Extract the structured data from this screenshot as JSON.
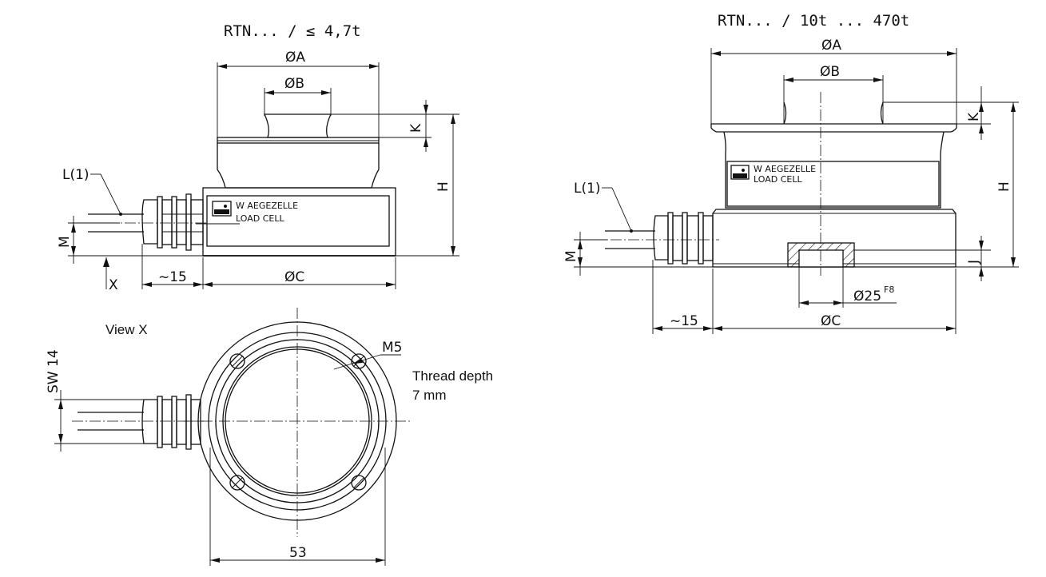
{
  "left_view": {
    "title": "RTN... / ≤ 4,7t",
    "dim_A": "ØA",
    "dim_B": "ØB",
    "dim_C": "ØC",
    "dim_K": "K",
    "dim_H": "H",
    "dim_M": "M",
    "cable_label": "L(1)",
    "approx_15": "~15",
    "view_marker": "X",
    "plate_line1": "W AEGEZELLE",
    "plate_line2": "LOAD CELL"
  },
  "bottom_view": {
    "title": "View X",
    "dim_SW": "SW 14",
    "thread_label": "M5",
    "thread_note_line1": "Thread depth",
    "thread_note_line2": "7 mm",
    "dim_53": "53"
  },
  "right_view": {
    "title": "RTN... / 10t ... 470t",
    "dim_A": "ØA",
    "dim_B": "ØB",
    "dim_C": "ØC",
    "dim_K": "K",
    "dim_H": "H",
    "dim_M": "M",
    "dim_J": "J",
    "bore_label": "Ø25",
    "bore_tolerance": "F8",
    "cable_label": "L(1)",
    "approx_15": "~15",
    "plate_line1": "W AEGEZELLE",
    "plate_line2": "LOAD CELL"
  },
  "colors": {
    "ink": "#111111",
    "background": "#ffffff"
  }
}
